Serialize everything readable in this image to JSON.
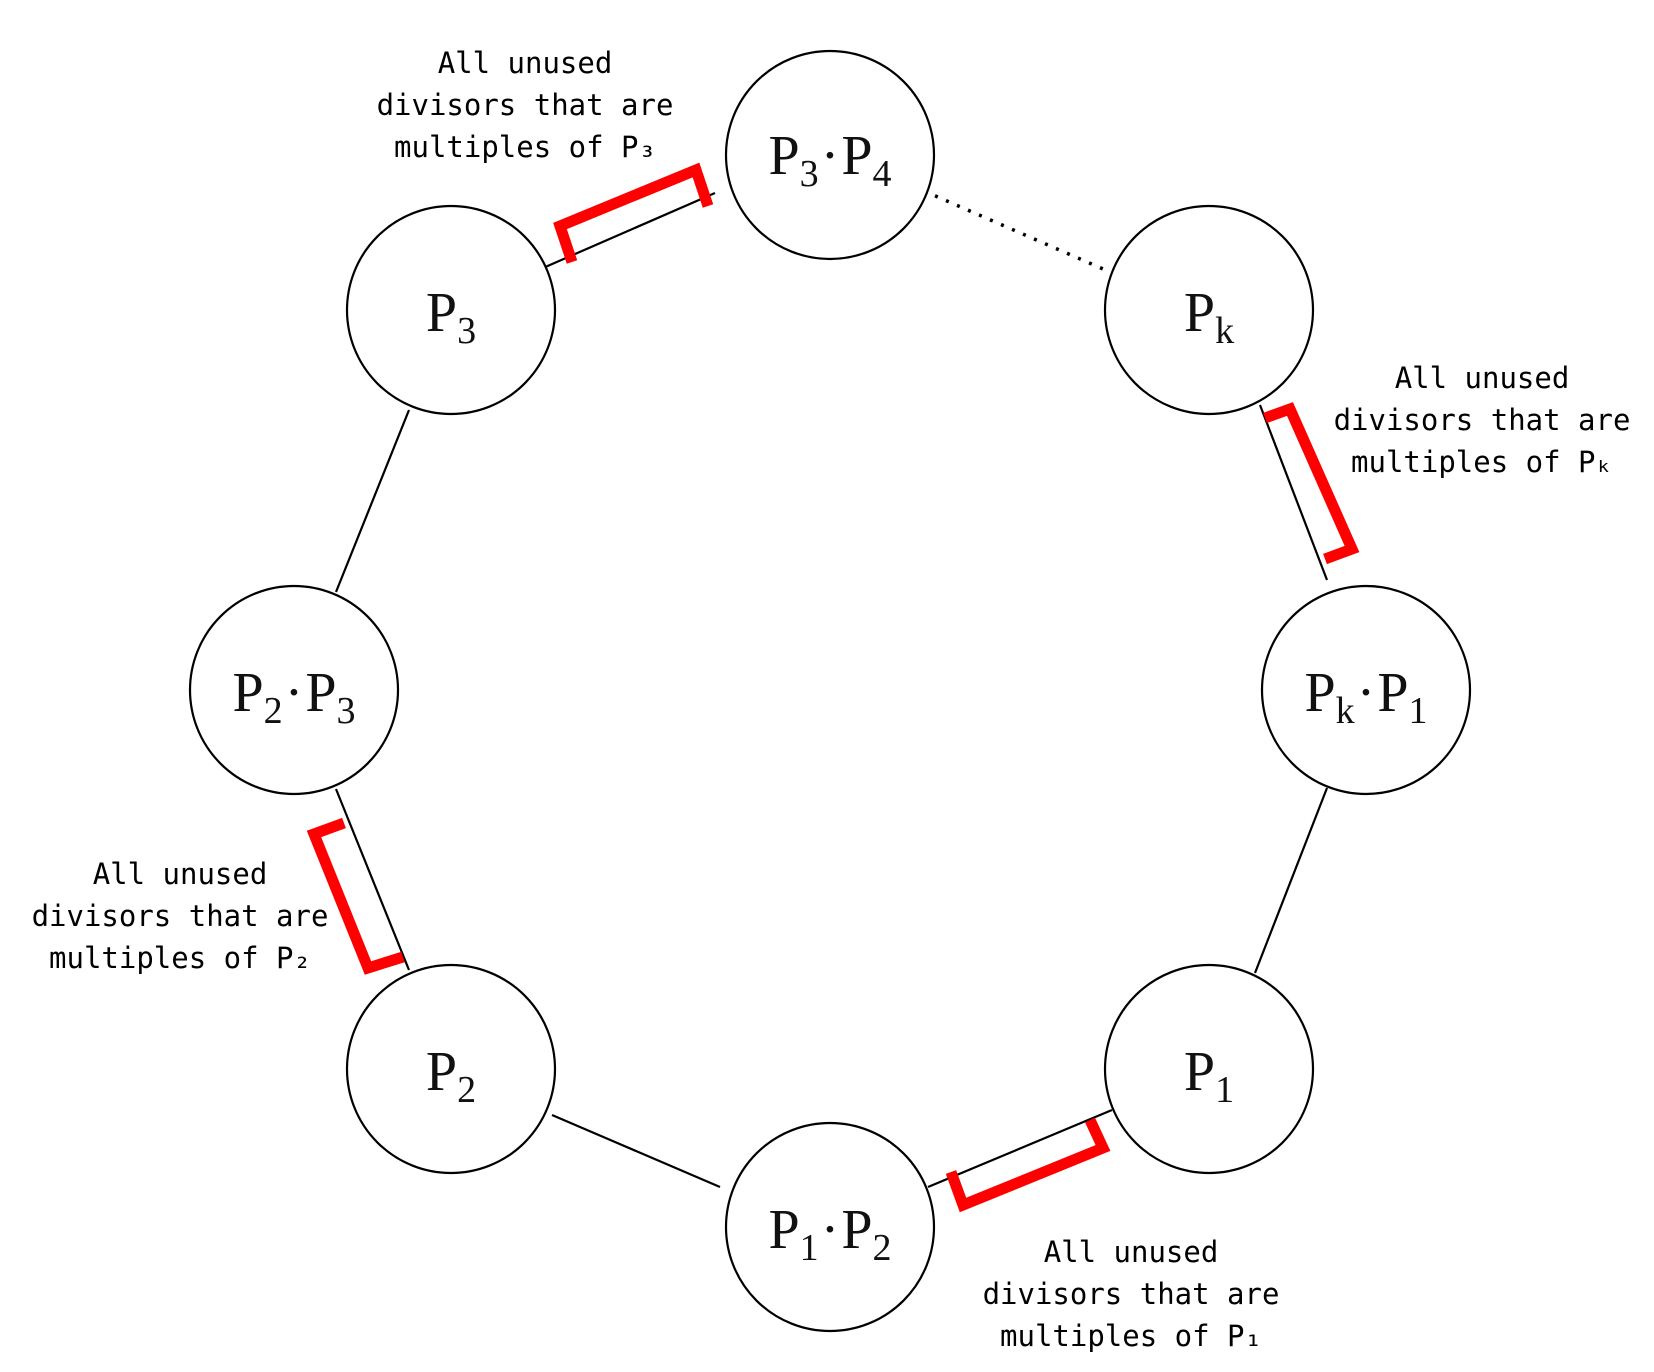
{
  "nodes": {
    "p3p4": {
      "parts": [
        {
          "base": "P",
          "sub": "3"
        },
        {
          "op": "·"
        },
        {
          "base": "P",
          "sub": "4"
        }
      ]
    },
    "p3": {
      "parts": [
        {
          "base": "P",
          "sub": "3"
        }
      ]
    },
    "pk": {
      "parts": [
        {
          "base": "P",
          "sub": "k"
        }
      ]
    },
    "p2p3": {
      "parts": [
        {
          "base": "P",
          "sub": "2"
        },
        {
          "op": "·"
        },
        {
          "base": "P",
          "sub": "3"
        }
      ]
    },
    "pkp1": {
      "parts": [
        {
          "base": "P",
          "sub": "k"
        },
        {
          "op": "·"
        },
        {
          "base": "P",
          "sub": "1"
        }
      ]
    },
    "p2": {
      "parts": [
        {
          "base": "P",
          "sub": "2"
        }
      ]
    },
    "p1": {
      "parts": [
        {
          "base": "P",
          "sub": "1"
        }
      ]
    },
    "p1p2": {
      "parts": [
        {
          "base": "P",
          "sub": "1"
        },
        {
          "op": "·"
        },
        {
          "base": "P",
          "sub": "2"
        }
      ]
    }
  },
  "annotations": {
    "p3": [
      "All unused",
      "divisors that are",
      "multiples of P₃"
    ],
    "pk": [
      "All unused",
      "divisors that are",
      "multiples of Pₖ"
    ],
    "p2": [
      "All unused",
      "divisors that are",
      "multiples of P₂"
    ],
    "p1": [
      "All unused",
      "divisors that are",
      "multiples of P₁"
    ]
  },
  "colors": {
    "bracket": "#ff0000",
    "node_stroke": "#000000",
    "background": "#ffffff"
  }
}
